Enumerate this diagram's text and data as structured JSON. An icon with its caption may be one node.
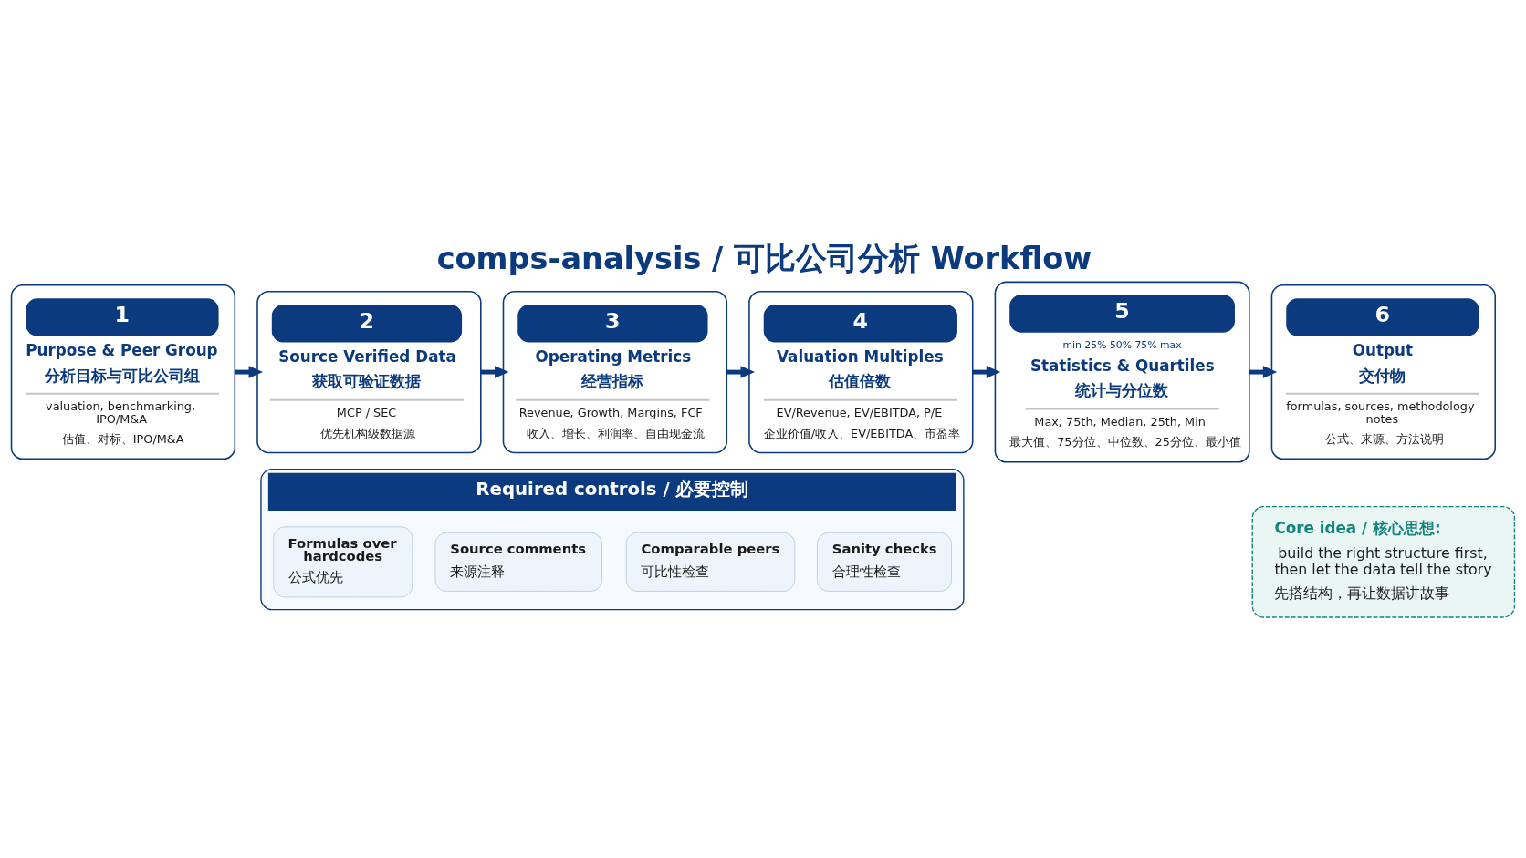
{
  "diagram": {
    "title": "comps-analysis / 可比公司分析 Workflow",
    "nodes": [
      {
        "text": [
          "1",
          "Purpose & Peer Group",
          "分析目标与可比公司组",
          "valuation, benchmarking, IPO/M&A",
          "估值、对标、IPO/M&A"
        ]
      },
      {
        "text": [
          "2",
          "Source Verified Data",
          "获取可验证数据",
          "MCP / SEC",
          "优先机构级数据源"
        ]
      },
      {
        "text": [
          "3",
          "Operating Metrics",
          "经营指标",
          "Revenue, Growth, Margins, FCF",
          "收入、增长、利润率、自由现金流"
        ]
      },
      {
        "text": [
          "4",
          "Valuation Multiples",
          "估值倍数",
          "EV/Revenue, EV/EBITDA, P/E",
          "企业价值/收入、EV/EBITDA、市盈率"
        ]
      },
      {
        "text": [
          "5",
          "min 25% 50% 75% max",
          "Statistics & Quartiles",
          "统计与分位数",
          "Max, 75th, Median, 25th, Min",
          "最大值、75分位、中位数、25分位、最小值"
        ]
      },
      {
        "text": [
          "6",
          "Output",
          "交付物",
          "formulas, sources, methodology notes",
          "公式、来源、方法说明"
        ]
      },
      {
        "text": [
          "Required controls / 必要控制"
        ]
      },
      {
        "text": [
          "Formulas over hardcodes",
          "公式优先"
        ],
        "in": 6
      },
      {
        "text": [
          "Source comments",
          "来源注释"
        ],
        "in": 6
      },
      {
        "text": [
          "Comparable peers",
          "可比性检查"
        ],
        "in": 6
      },
      {
        "text": [
          "Sanity checks",
          "合理性检查"
        ],
        "in": 6
      },
      {
        "text": [
          "Core idea / 核心思想:",
          "build the right structure first, then let the data tell the story",
          "先搭结构，再让数据讲故事"
        ]
      }
    ],
    "edges": [
      {
        "from": 0,
        "to": 1,
        "arrow": "to"
      },
      {
        "from": 1,
        "to": 2,
        "arrow": "to"
      },
      {
        "from": 2,
        "to": 3,
        "arrow": "to"
      },
      {
        "from": 3,
        "to": 4,
        "arrow": "to"
      },
      {
        "from": 4,
        "to": 5,
        "arrow": "to"
      }
    ]
  }
}
